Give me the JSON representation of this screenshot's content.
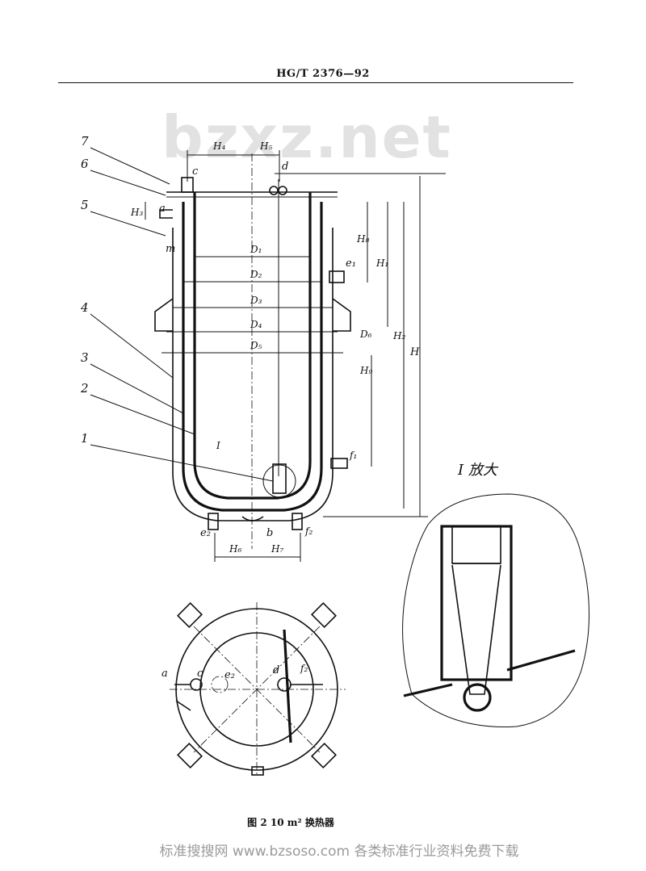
{
  "header": {
    "standard_code": "HG/T 2376—92"
  },
  "watermark": {
    "text": "bzxz.net"
  },
  "figure": {
    "caption": "图 2  10 m² 换热器",
    "detail_title": "I 放大",
    "part_numbers": [
      "7",
      "6",
      "5",
      "4",
      "3",
      "2",
      "1"
    ],
    "nozzles": {
      "a": "a",
      "b": "b",
      "c": "c",
      "d": "d",
      "e1": "e₁",
      "e2": "e₂",
      "f1": "f₁",
      "f2": "f₂",
      "m": "m"
    },
    "dimensions": {
      "H": "H",
      "H1": "H₁",
      "H2": "H₂",
      "H3": "H₃",
      "H4": "H₄",
      "H5": "H₅",
      "H6": "H₆",
      "H7": "H₇",
      "H8": "H₈",
      "H9": "H₉",
      "D1": "D₁",
      "D2": "D₂",
      "D3": "D₃",
      "D4": "D₄",
      "D5": "D₅",
      "D6": "D₆",
      "detail_mark": "I"
    }
  },
  "footer": {
    "text": "标准搜搜网 www.bzsoso.com 各类标准行业资料免费下载"
  }
}
